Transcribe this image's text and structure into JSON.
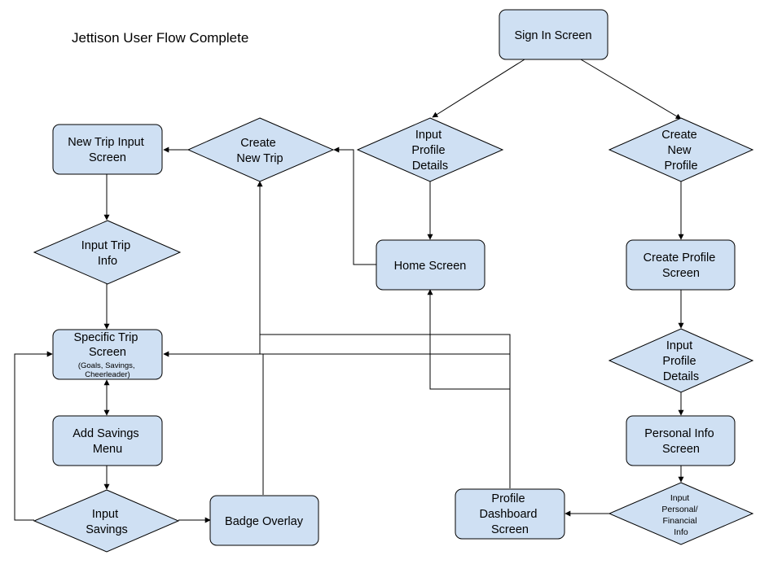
{
  "title": "Jettison User Flow Complete",
  "colors": {
    "node_fill": "#cfe0f3",
    "stroke": "#000000",
    "background": "#ffffff"
  },
  "nodes": {
    "sign_in": {
      "shape": "rect",
      "lines": [
        "Sign In Screen"
      ]
    },
    "input_profile_top": {
      "shape": "diamond",
      "lines": [
        "Input",
        "Profile",
        "Details"
      ]
    },
    "create_new_profile": {
      "shape": "diamond",
      "lines": [
        "Create",
        "New",
        "Profile"
      ]
    },
    "create_new_trip": {
      "shape": "diamond",
      "lines": [
        "Create",
        "New Trip"
      ]
    },
    "new_trip_input": {
      "shape": "rect",
      "lines": [
        "New Trip Input",
        "Screen"
      ]
    },
    "input_trip_info": {
      "shape": "diamond",
      "lines": [
        "Input Trip",
        "Info"
      ]
    },
    "home": {
      "shape": "rect",
      "lines": [
        "Home Screen"
      ]
    },
    "create_profile_screen": {
      "shape": "rect",
      "lines": [
        "Create Profile",
        "Screen"
      ]
    },
    "specific_trip": {
      "shape": "rect",
      "lines": [
        "Specific Trip",
        "Screen"
      ],
      "sub": [
        "(Goals, Savings,",
        "Cheerleader)"
      ]
    },
    "input_profile_right": {
      "shape": "diamond",
      "lines": [
        "Input",
        "Profile",
        "Details"
      ]
    },
    "add_savings": {
      "shape": "rect",
      "lines": [
        "Add Savings",
        "Menu"
      ]
    },
    "personal_info": {
      "shape": "rect",
      "lines": [
        "Personal Info",
        "Screen"
      ]
    },
    "input_savings": {
      "shape": "diamond",
      "lines": [
        "Input",
        "Savings"
      ]
    },
    "badge_overlay": {
      "shape": "rect",
      "lines": [
        "Badge Overlay"
      ]
    },
    "profile_dashboard": {
      "shape": "rect",
      "lines": [
        "Profile",
        "Dashboard",
        "Screen"
      ]
    },
    "input_personal_financial": {
      "shape": "diamond",
      "lines": [
        "Input",
        "Personal/",
        "Financial",
        "Info"
      ]
    }
  },
  "edges": [
    {
      "from": "sign_in",
      "to": "input_profile_top"
    },
    {
      "from": "sign_in",
      "to": "create_new_profile"
    },
    {
      "from": "input_profile_top",
      "to": "home"
    },
    {
      "from": "create_new_profile",
      "to": "create_profile_screen"
    },
    {
      "from": "home",
      "to": "create_new_trip"
    },
    {
      "from": "create_new_trip",
      "to": "new_trip_input"
    },
    {
      "from": "new_trip_input",
      "to": "input_trip_info"
    },
    {
      "from": "input_trip_info",
      "to": "specific_trip"
    },
    {
      "from": "specific_trip",
      "to": "add_savings",
      "bidirectional": true
    },
    {
      "from": "add_savings",
      "to": "input_savings"
    },
    {
      "from": "input_savings",
      "to": "badge_overlay"
    },
    {
      "from": "input_savings",
      "to": "specific_trip"
    },
    {
      "from": "badge_overlay",
      "to": "create_new_trip"
    },
    {
      "from": "profile_dashboard",
      "to": "specific_trip"
    },
    {
      "from": "profile_dashboard",
      "to": "home"
    },
    {
      "from": "create_profile_screen",
      "to": "input_profile_right"
    },
    {
      "from": "input_profile_right",
      "to": "personal_info"
    },
    {
      "from": "personal_info",
      "to": "input_personal_financial"
    },
    {
      "from": "input_personal_financial",
      "to": "profile_dashboard"
    }
  ]
}
